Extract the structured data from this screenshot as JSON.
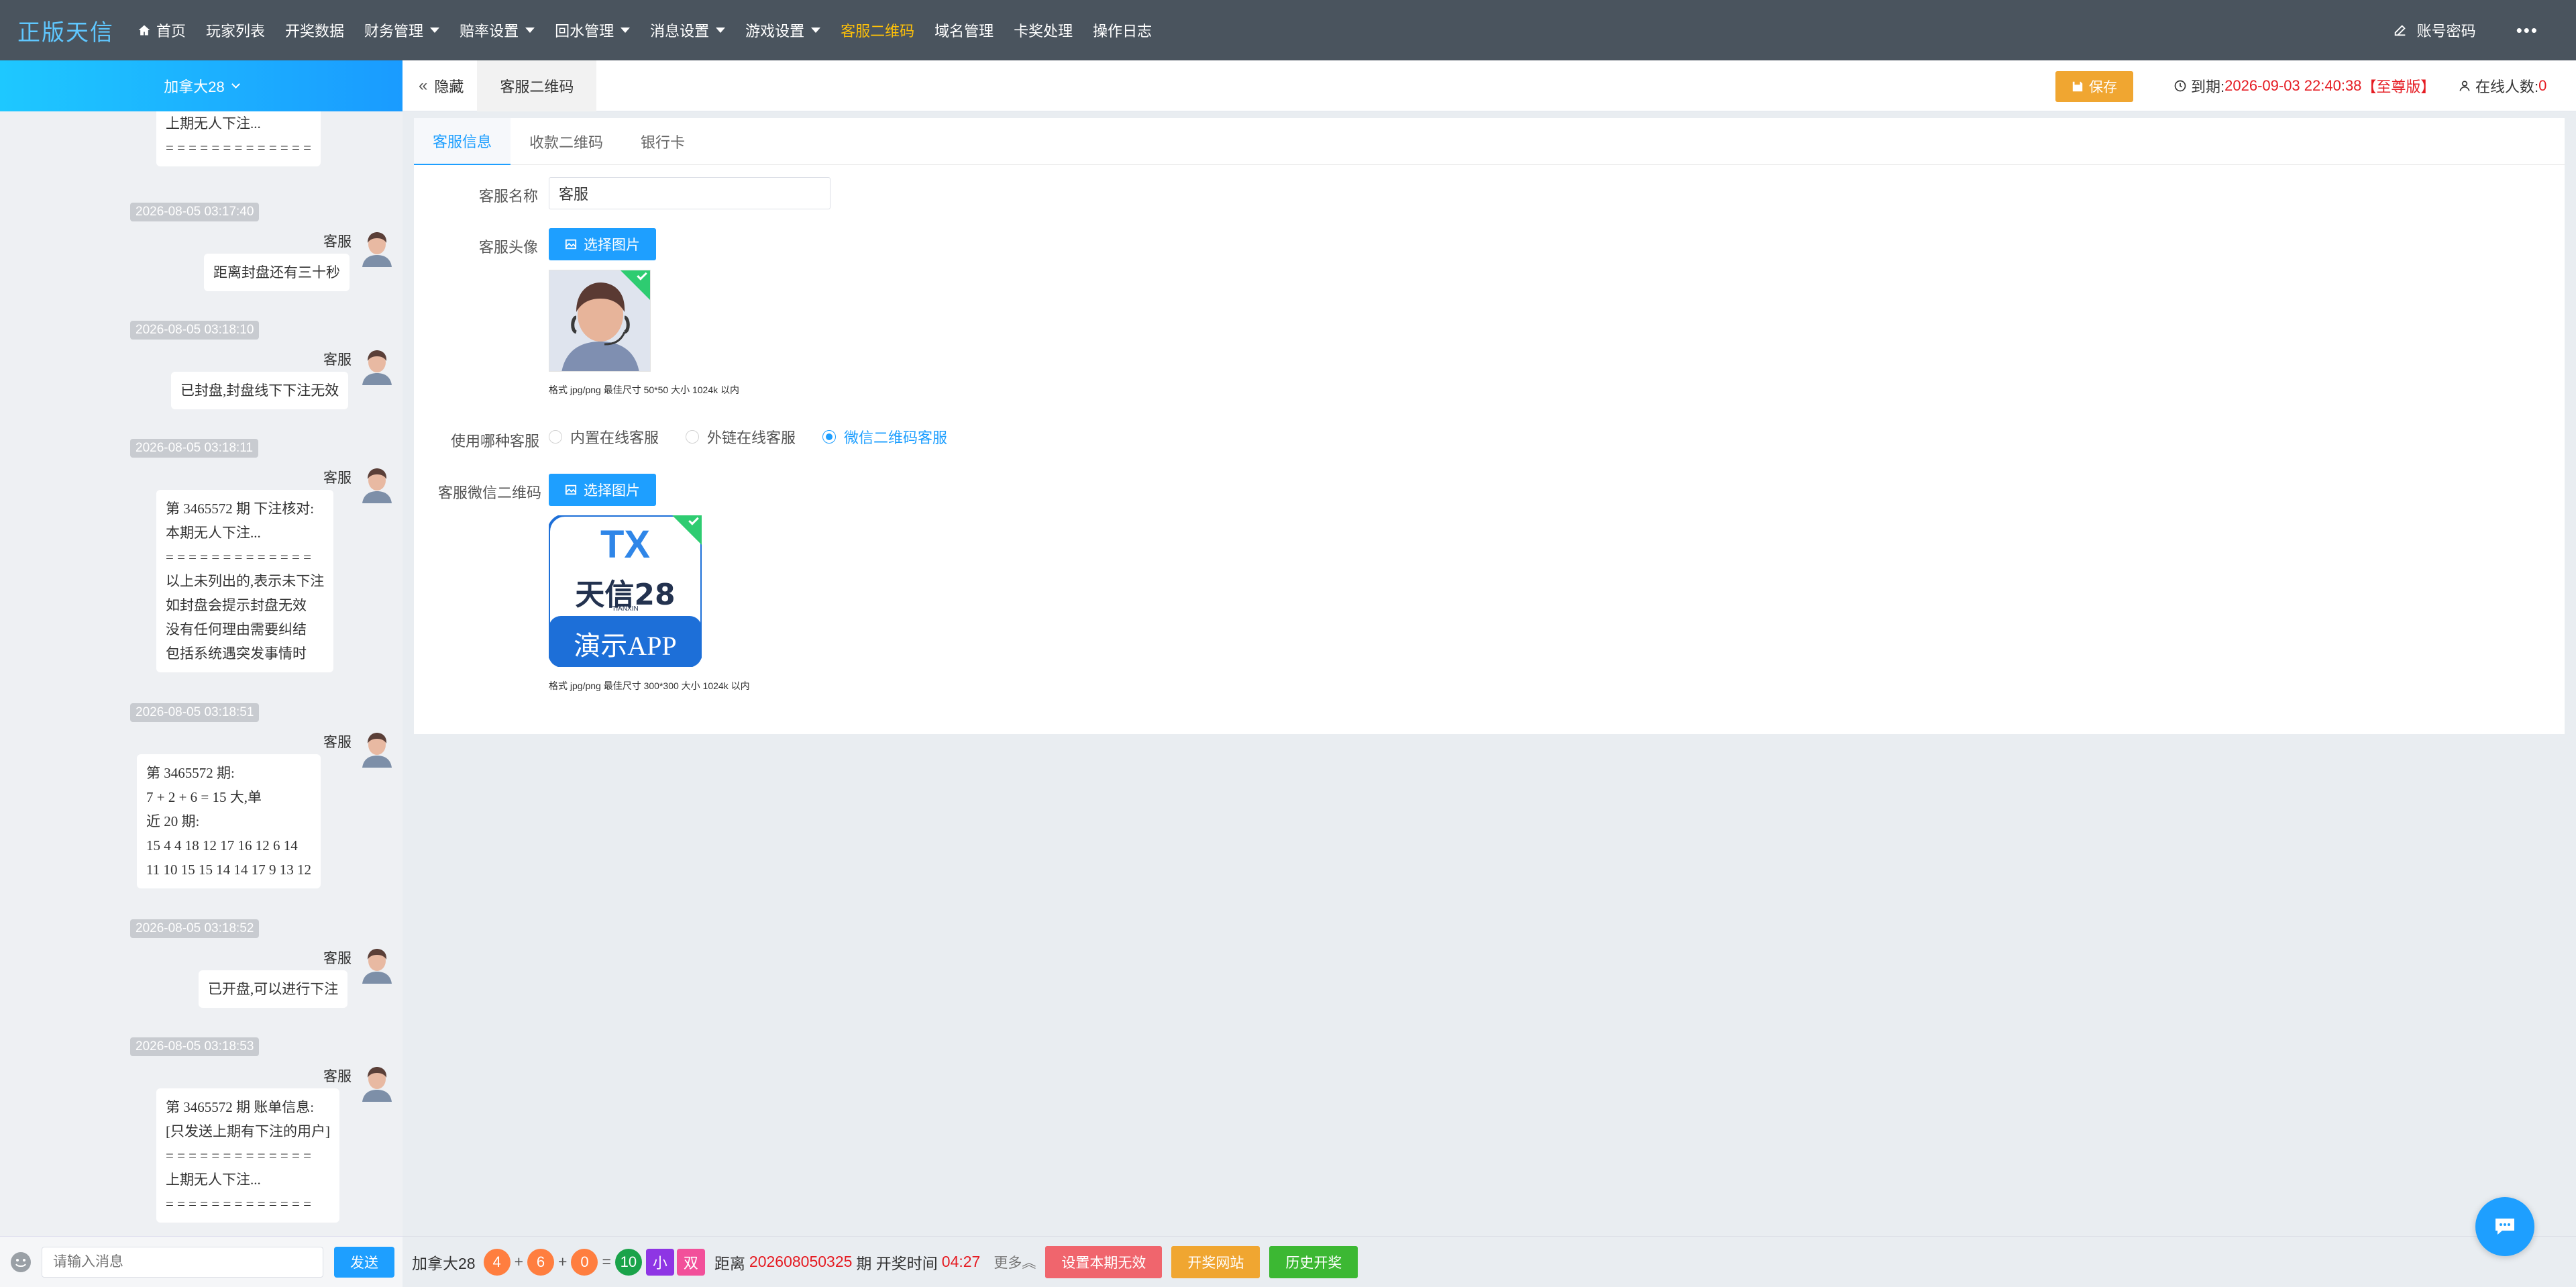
{
  "brand": "正版天信",
  "nav": [
    {
      "label": "首页",
      "icon": "home-icon",
      "caret": false,
      "active": false
    },
    {
      "label": "玩家列表",
      "caret": false,
      "active": false
    },
    {
      "label": "开奖数据",
      "caret": false,
      "active": false
    },
    {
      "label": "财务管理",
      "caret": true,
      "active": false
    },
    {
      "label": "赔率设置",
      "caret": true,
      "active": false
    },
    {
      "label": "回水管理",
      "caret": true,
      "active": false
    },
    {
      "label": "消息设置",
      "caret": true,
      "active": false
    },
    {
      "label": "游戏设置",
      "caret": true,
      "active": false
    },
    {
      "label": "客服二维码",
      "caret": false,
      "active": true
    },
    {
      "label": "域名管理",
      "caret": false,
      "active": false
    },
    {
      "label": "卡奖处理",
      "caret": false,
      "active": false
    },
    {
      "label": "操作日志",
      "caret": false,
      "active": false
    }
  ],
  "account": {
    "label": "账号密码",
    "icon": "edit-icon",
    "more": "•••"
  },
  "chat": {
    "game_selector": "加拿大28",
    "sender_name": "客服",
    "input_placeholder": "请输入消息",
    "send_label": "发送",
    "top_bubble": [
      "上期无人下注...",
      "= = = = = = = = = = = = ="
    ],
    "messages": [
      {
        "time": "2026-08-05 03:17:40",
        "lines": [
          "距离封盘还有三十秒"
        ]
      },
      {
        "time": "2026-08-05 03:18:10",
        "lines": [
          "已封盘,封盘线下下注无效"
        ]
      },
      {
        "time": "2026-08-05 03:18:11",
        "lines": [
          "第 3465572 期 下注核对:",
          "本期无人下注...",
          "= = = = = = = = = = = = =",
          "以上未列出的,表示未下注",
          "如封盘会提示封盘无效",
          "没有任何理由需要纠结",
          "包括系统遇突发事情时"
        ]
      },
      {
        "time": "2026-08-05 03:18:51",
        "lines": [
          "第 3465572 期:",
          "7 + 2 + 6 = 15 大,单",
          "近 20 期:",
          "15 4 4 18 12 17 16 12 6 14",
          "11 10 15 15 14 14 17 9 13 12"
        ]
      },
      {
        "time": "2026-08-05 03:18:52",
        "lines": [
          "已开盘,可以进行下注"
        ]
      },
      {
        "time": "2026-08-05 03:18:53",
        "lines": [
          "第 3465572 期 账单信息:",
          "[只发送上期有下注的用户]",
          "= = = = = = = = = = = = =",
          "上期无人下注...",
          "= = = = = = = = = = = = ="
        ]
      }
    ]
  },
  "tabbar": {
    "hide_label": "隐藏",
    "page_tab": "客服二维码"
  },
  "header": {
    "save_label": "保存",
    "expire_label": "到期:",
    "expire_value": "2026-09-03 22:40:38",
    "edition": "【至尊版】",
    "online_label": "在线人数:",
    "online_value": "0"
  },
  "subtabs": [
    {
      "label": "客服信息",
      "active": true
    },
    {
      "label": "收款二维码",
      "active": false
    },
    {
      "label": "银行卡",
      "active": false
    }
  ],
  "form": {
    "name_label": "客服名称",
    "name_value": "客服",
    "avatar_label": "客服头像",
    "pick_label": "选择图片",
    "avatar_hint": "格式 jpg/png 最佳尺寸 50*50 大小 1024k 以内",
    "type_label": "使用哪种客服",
    "type_options": [
      {
        "label": "内置在线客服",
        "checked": false
      },
      {
        "label": "外链在线客服",
        "checked": false
      },
      {
        "label": "微信二维码客服",
        "checked": true
      }
    ],
    "qr_label": "客服微信二维码",
    "qr_hint": "格式 jpg/png 最佳尺寸 300*300 大小 1024k 以内",
    "qr_logo_top": "TX",
    "qr_logo_brand": "天信28",
    "qr_logo_sub": "TIANXIN",
    "qr_logo_bottom": "演示APP"
  },
  "bottom": {
    "game": "加拿大28",
    "balls": [
      "4",
      "6",
      "0"
    ],
    "sum": "10",
    "size_tag": "小",
    "parity_tag": "双",
    "dist_label": "距离",
    "period": "202608050325",
    "period_suffix": "期 开奖时间",
    "countdown": "04:27",
    "more": "更多",
    "btn_invalid": "设置本期无效",
    "btn_site": "开奖网站",
    "btn_history": "历史开奖"
  },
  "colors": {
    "accent": "#1e9fff",
    "nav_bg": "#4a545e",
    "nav_active": "#ffc107",
    "save": "#f0a631",
    "danger": "#e51c23"
  }
}
